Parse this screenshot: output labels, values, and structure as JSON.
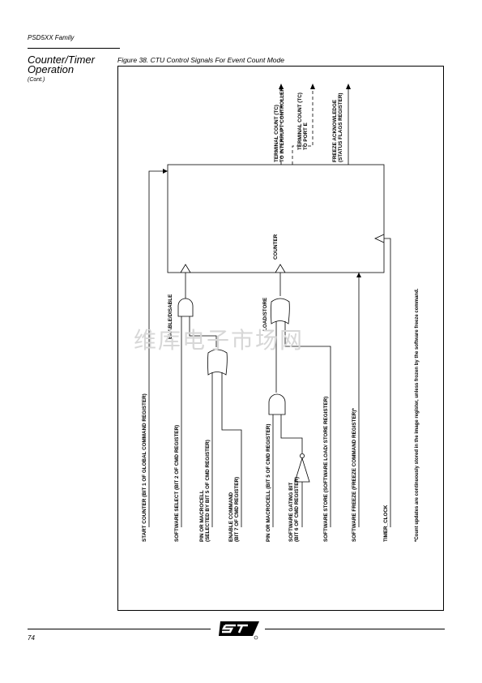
{
  "header": {
    "family": "PSD5XX Family"
  },
  "section": {
    "title": "Counter/Timer Operation",
    "subtitle": "(Cont.)"
  },
  "figure": {
    "title": "Figure 38.  CTU Control Signals For Event Count Mode",
    "counter_label": "COUNTER",
    "outputs": [
      {
        "line1": "TERMINAL COUNT (TC)",
        "line2": "TO INTERRUPT CONTROLLER"
      },
      {
        "line1": "TERMINAL COUNT (TC)",
        "line2": "TO PORT E"
      },
      {
        "line1": "FREEZE ACKNOWLEDGE",
        "line2": "(STATUS FLAGS REGISTER)"
      }
    ],
    "gate_labels": {
      "enable_disable": "ENABLE/DISABLE",
      "load_store": "LOAD/STORE"
    },
    "inputs": [
      {
        "line1": "START COUNTER  (BIT 1 OF  GLOBAL COMMAND REGISTER)",
        "line2": ""
      },
      {
        "line1": "SOFTWARE  SELECT (BIT 2 OF CMD REGISTER)",
        "line2": ""
      },
      {
        "line1": "PIN OR MACROCELL",
        "line2": "(SELECTED BY BIT 5 OF CMD REGISTER)"
      },
      {
        "line1": "ENABLE COMMAND",
        "line2": "(BIT 7 OF CMD REGISTER)"
      },
      {
        "line1": "PIN OR MACROCELL (BIT 5 OF CMD REGISTER)",
        "line2": ""
      },
      {
        "line1": "SOFTWARE GATING BIT",
        "line2": "(BIT 6 OF CMD REGISTER)"
      },
      {
        "line1": "SOFTWARE STORE (SOFTWARE  LOAD/ STORE REGISTER)",
        "line2": ""
      },
      {
        "line1": "SOFTWARE FREEZE (FREEZE COMMAND REGISTER)*",
        "line2": ""
      },
      {
        "line1": "TIMER_CLOCK",
        "line2": ""
      }
    ],
    "footnote": "*Count updates are continuously stored in the image register, unless frozen by the software freeze command."
  },
  "footer": {
    "page_number": "74"
  },
  "watermark": "维库电子市场网"
}
